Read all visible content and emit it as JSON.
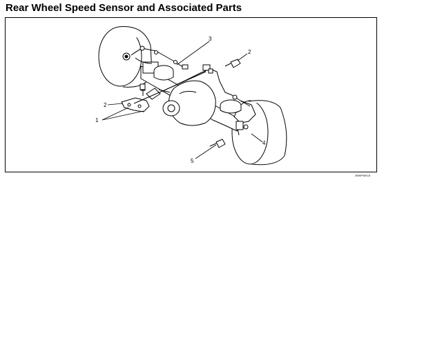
{
  "page": {
    "title": "Rear Wheel Speed Sensor and Associated Parts"
  },
  "diagram": {
    "callouts": {
      "c1": "1",
      "c2_left": "2",
      "c2_right": "2",
      "c3": "3",
      "c4": "4",
      "c5": "5"
    },
    "figure_code": "35WPW0C8"
  }
}
